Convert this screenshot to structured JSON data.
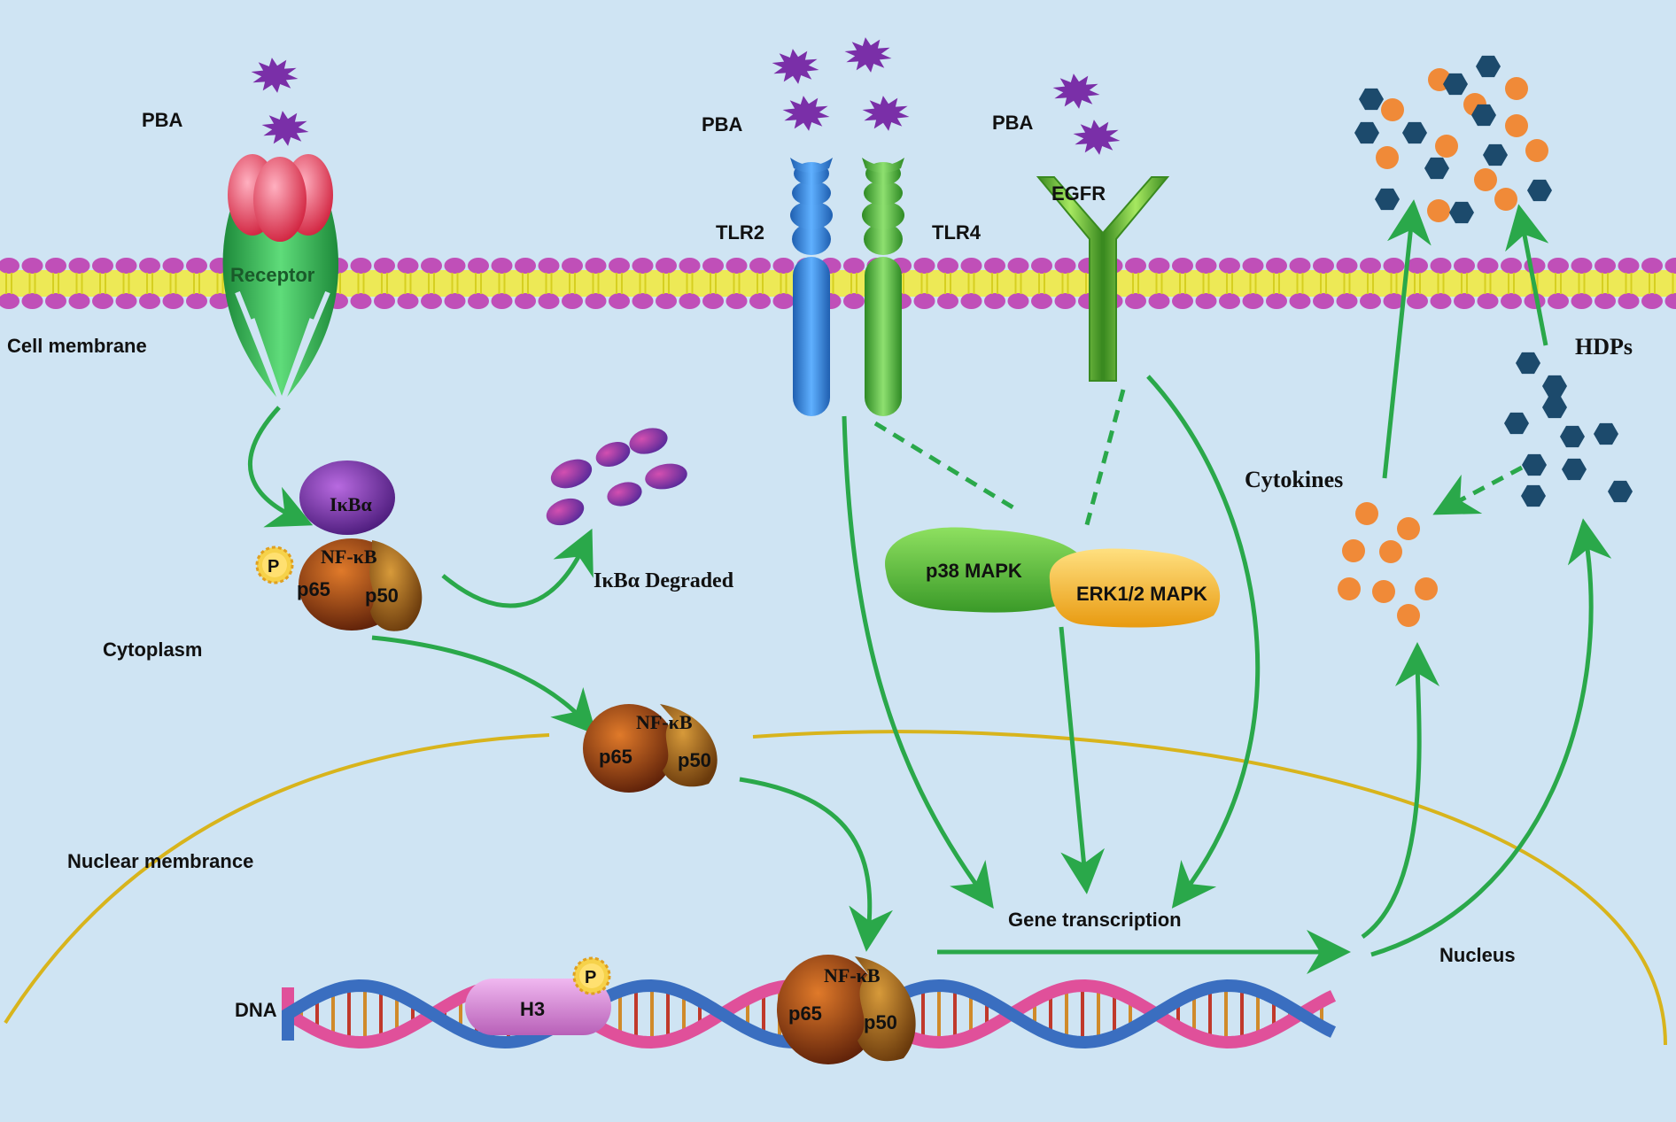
{
  "labels": {
    "pba_1": "PBA",
    "pba_2": "PBA",
    "pba_3": "PBA",
    "receptor": "Receptor",
    "cell_membrane": "Cell membrane",
    "tlr2": "TLR2",
    "tlr4": "TLR4",
    "egfr": "EGFR",
    "ikba": "IκBα",
    "nfkb": "NF-κB",
    "p65": "p65",
    "p50": "p50",
    "phospho": "P",
    "ikba_degraded": "IκBα Degraded",
    "cytoplasm": "Cytoplasm",
    "p38": "p38 MAPK",
    "erk": "ERK1/2 MAPK",
    "cytokines": "Cytokines",
    "hdps": "HDPs",
    "nuclear_membrane": "Nuclear membrance",
    "gene_transcription": "Gene transcription",
    "nucleus": "Nucleus",
    "dna": "DNA",
    "h3": "H3"
  },
  "colors": {
    "background": "#cfe4f3",
    "arrow": "#2aa84a",
    "lipid_head": "#c04fb8",
    "lipid_tail": "#f2ea3a",
    "ligand": "#7a2fa8",
    "nuclear_membrane": "#d8b41c",
    "cytokine": "#f08a38",
    "hdp": "#1c4a6c",
    "tlr2": "#2f7fd6",
    "tlr4": "#4cb83a",
    "egfr": "#6fc23a",
    "p38": "#5cc83a",
    "erk": "#f6b520",
    "nfkb": "#8a3a14",
    "ikba": "#7a34a6",
    "h3": "#d890d8",
    "dna_pink": "#e0509a",
    "dna_blue": "#3a6ec0"
  }
}
